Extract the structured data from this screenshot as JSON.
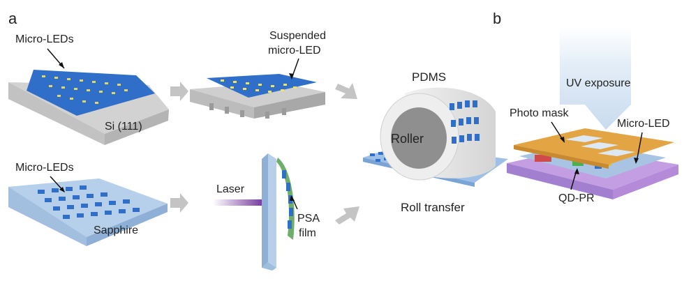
{
  "panels": {
    "a": "a",
    "b": "b"
  },
  "labels": {
    "microleds_top": "Micro-LEDs",
    "suspended_line1": "Suspended",
    "suspended_line2": "micro-LED",
    "si": "Si (111)",
    "microleds_bottom": "Micro-LEDs",
    "sapphire": "Sapphire",
    "laser": "Laser",
    "psa_line1": "PSA",
    "psa_line2": "film",
    "pdms": "PDMS",
    "roller": "Roller",
    "roll_transfer": "Roll transfer",
    "uv_exposure": "UV exposure",
    "photo_mask": "Photo mask",
    "micro_led": "Micro-LED",
    "qd_pr": "QD-PR"
  },
  "colors": {
    "si_substrate": "#c8c8c8",
    "sapphire_substrate": "#a9c4e2",
    "led_blue": "#2f6fc9",
    "led_yellow": "#e7e37a",
    "pdms": "#e6e6e6",
    "roller": "#8f8f8f",
    "photo_mask": "#e3a444",
    "qd_pr_purple": "#b58ad8",
    "laser": "#7a3fa0",
    "arrow_gray": "#c4c4c4",
    "uv_light": "#d8e6f4"
  }
}
